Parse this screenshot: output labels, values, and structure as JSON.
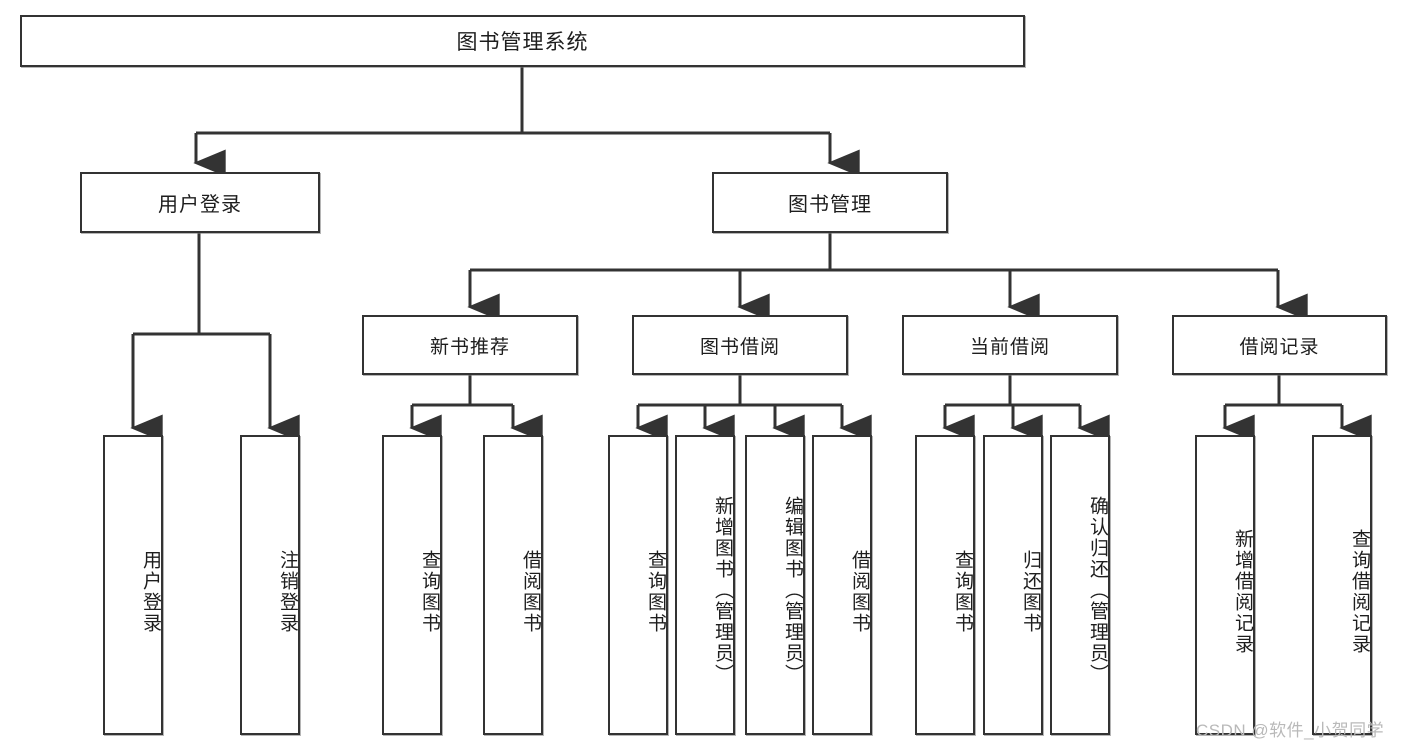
{
  "diagram": {
    "title": "图书管理系统",
    "watermark": "CSDN @软件_小贺同学",
    "line_color": "#333333",
    "box_border_color": "#333333",
    "background": "#ffffff",
    "root": {
      "id": "root",
      "label": "图书管理系统"
    },
    "level2": [
      {
        "id": "user-login",
        "label": "用户登录"
      },
      {
        "id": "book-manage",
        "label": "图书管理"
      }
    ],
    "level3": [
      {
        "id": "new-book-recommend",
        "label": "新书推荐"
      },
      {
        "id": "book-borrow",
        "label": "图书借阅"
      },
      {
        "id": "current-borrow",
        "label": "当前借阅"
      },
      {
        "id": "borrow-record",
        "label": "借阅记录"
      }
    ],
    "leaves": {
      "user_login": [
        {
          "id": "leaf-user-login",
          "label": "用户登录"
        },
        {
          "id": "leaf-logout-login",
          "label": "注销登录"
        }
      ],
      "new_book_recommend": [
        {
          "id": "leaf-query-book-1",
          "label": "查询图书"
        },
        {
          "id": "leaf-borrow-book-1",
          "label": "借阅图书"
        }
      ],
      "book_borrow": [
        {
          "id": "leaf-query-book-2",
          "label": "查询图书"
        },
        {
          "id": "leaf-add-book",
          "label": "新增图书（管理员）"
        },
        {
          "id": "leaf-edit-book",
          "label": "编辑图书（管理员）"
        },
        {
          "id": "leaf-borrow-book-2",
          "label": "借阅图书"
        }
      ],
      "current_borrow": [
        {
          "id": "leaf-query-book-3",
          "label": "查询图书"
        },
        {
          "id": "leaf-return-book",
          "label": "归还图书"
        },
        {
          "id": "leaf-confirm-return",
          "label": "确认归还（管理员）"
        }
      ],
      "borrow_record": [
        {
          "id": "leaf-add-record",
          "label": "新增借阅记录"
        },
        {
          "id": "leaf-query-record",
          "label": "查询借阅记录"
        }
      ]
    }
  }
}
